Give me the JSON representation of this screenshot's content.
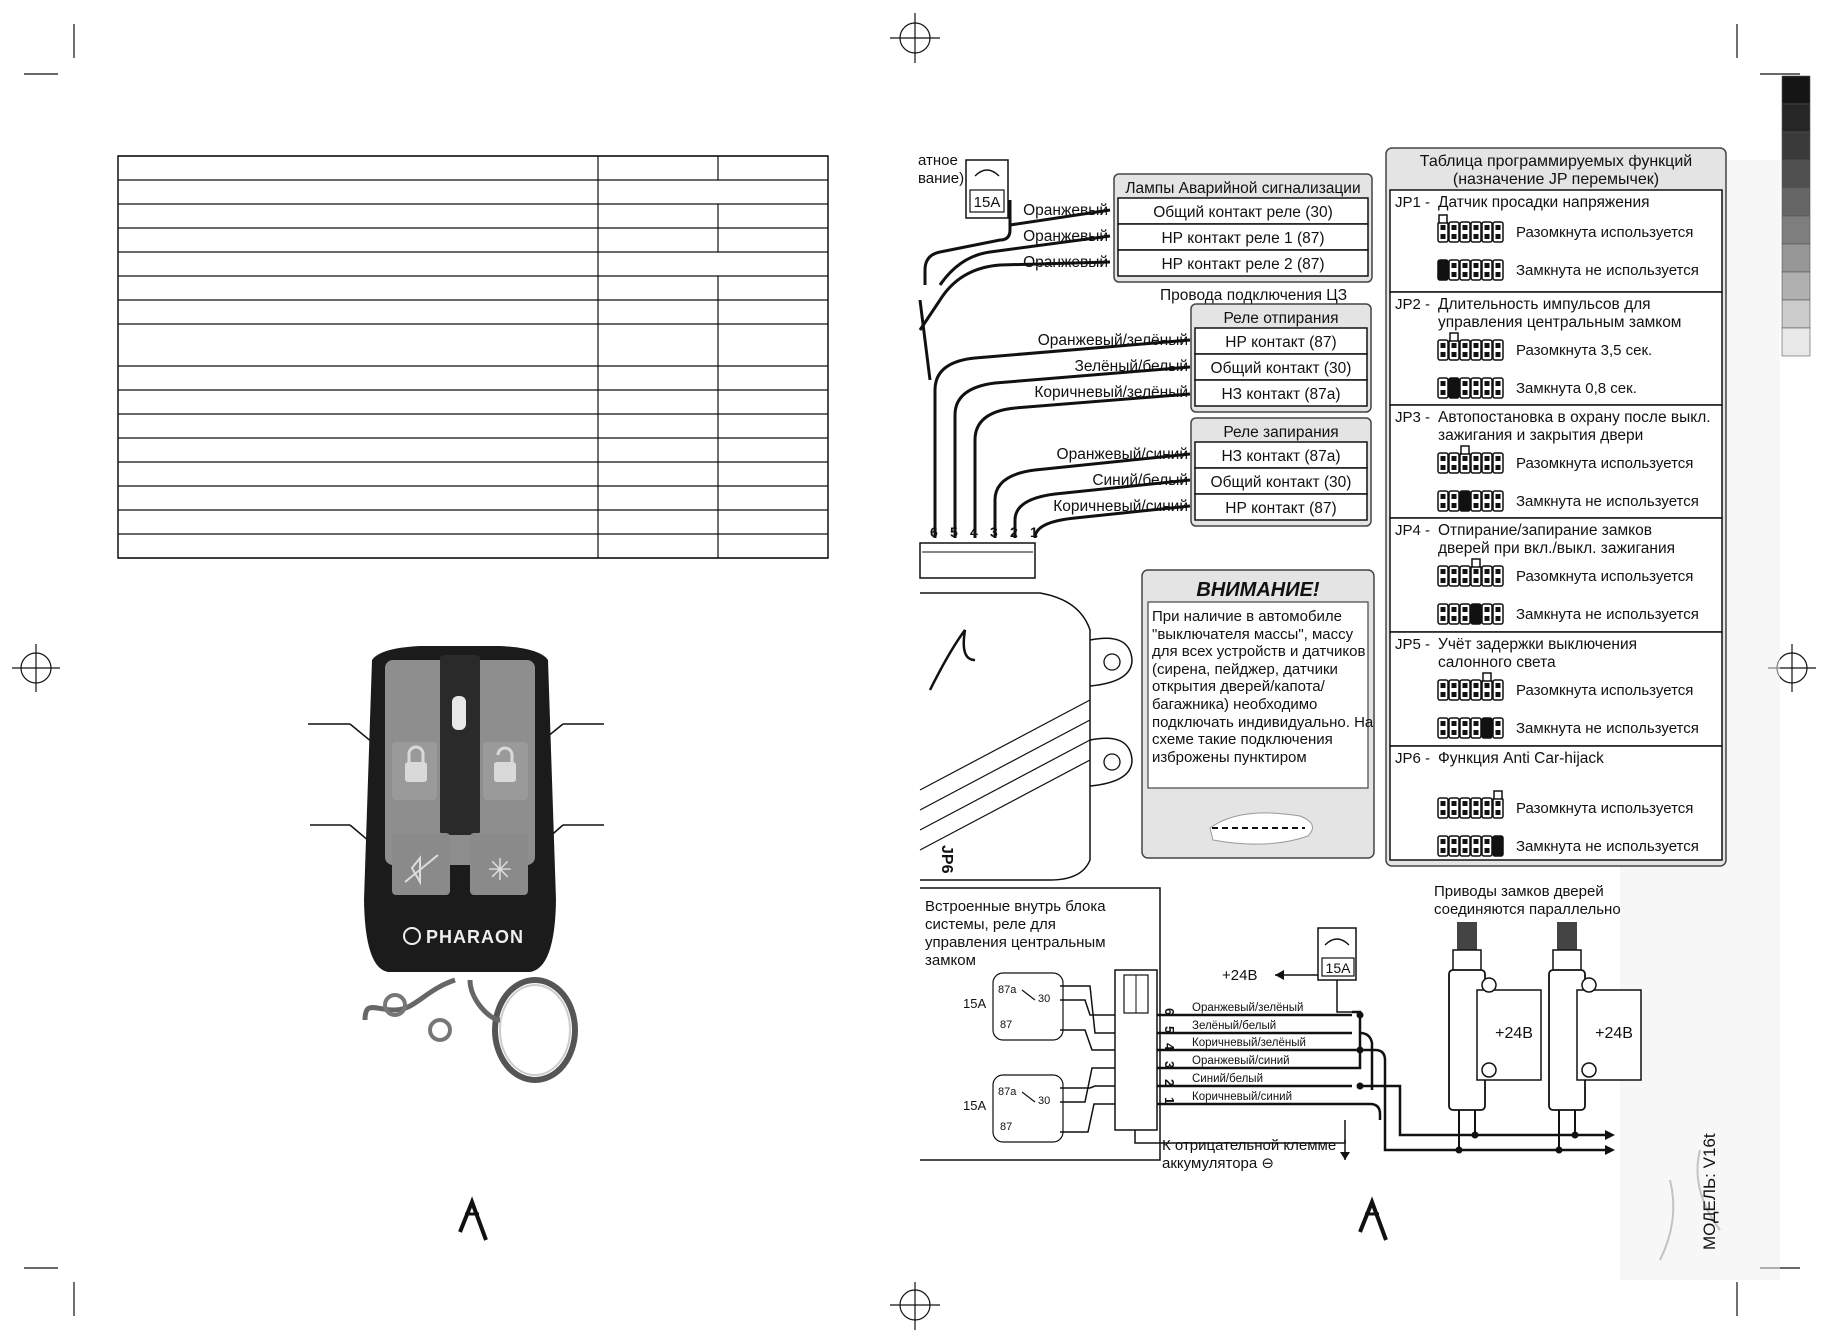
{
  "fuse_top": {
    "rating": "15A",
    "label_partial": "атное\nвание)"
  },
  "hazard_lamps": {
    "title": "Лампы Аварийной сигнализации",
    "rows": [
      "Общий контакт реле (30)",
      "НР контакт реле 1 (87)",
      "НР контакт реле 2 (87)"
    ],
    "wires": [
      "Оранжевый",
      "Оранжевый",
      "Оранжевый"
    ]
  },
  "central_lock": {
    "caption": "Провода подключения ЦЗ",
    "unlock_relay": {
      "title": "Реле отпирания",
      "rows": [
        "НР контакт (87)",
        "Общий контакт (30)",
        "НЗ контакт (87а)"
      ],
      "wires": [
        "Оранжевый/зелёный",
        "Зелёный/белый",
        "Коричневый/зелёный"
      ]
    },
    "lock_relay": {
      "title": "Реле запирания",
      "rows": [
        "НЗ контакт (87а)",
        "Общий контакт (30)",
        "НР контакт (87)"
      ],
      "wires": [
        "Оранжевый/синий",
        "Синий/белый",
        "Коричневый/синий"
      ]
    },
    "pins": [
      "6",
      "5",
      "4",
      "3",
      "2",
      "1"
    ]
  },
  "warning": {
    "title": "ВНИМАНИЕ!",
    "text": "При наличие в автомобиле \"выключателя массы\", массу для всех устройств и датчиков (сирена, пейджер, датчики открытия дверей/капота/багажника) необходимо подключать индивидуально. На схеме такие подключения изброжены пунктиром"
  },
  "jp_table": {
    "title_line1": "Таблица программируемых функций",
    "title_line2": "(назначение JP перемычек)",
    "items": [
      {
        "code": "JP1 -",
        "line1": "Датчик просадки напряжения",
        "line2": "",
        "open": "Разомкнута используется",
        "closed": "Замкнута не используется",
        "pin": 0
      },
      {
        "code": "JP2 -",
        "line1": "Длительность импульсов для",
        "line2": "управления центральным замком",
        "open": "Разомкнута 3,5 сек.",
        "closed": "Замкнута 0,8 сек.",
        "pin": 1
      },
      {
        "code": "JP3 -",
        "line1": "Автопостановка в охрану после выкл.",
        "line2": "зажигания и закрытия двери",
        "open": "Разомкнута используется",
        "closed": "Замкнута не используется",
        "pin": 2
      },
      {
        "code": "JP4 -",
        "line1": "Отпирание/запирание замков",
        "line2": "дверей при вкл./выкл. зажигания",
        "open": "Разомкнута используется",
        "closed": "Замкнута не используется",
        "pin": 3
      },
      {
        "code": "JP5 -",
        "line1": "Учёт задержки выключения",
        "line2": "салонного света",
        "open": "Разомкнута используется",
        "closed": "Замкнута не используется",
        "pin": 4
      },
      {
        "code": "JP6 -",
        "line1": "Функция Anti Car-hijack",
        "line2": "",
        "open": "Разомкнута используется",
        "closed": "Замкнута не используется",
        "pin": 5
      }
    ]
  },
  "bottom": {
    "relays_caption": [
      "Встроенные внутрь блока",
      "системы, реле для",
      "управления центральным",
      "замком"
    ],
    "relay_labels": {
      "nc": "87а",
      "common": "30",
      "no": "87",
      "rating": "15А"
    },
    "plus24": "+24В",
    "fuse": "15А",
    "wires": [
      "Оранжевый/зелёный",
      "Зелёный/белый",
      "Коричневый/зелёный",
      "Оранжевый/синий",
      "Синий/белый",
      "Коричневый/синий"
    ],
    "pins": [
      "6",
      "5",
      "4",
      "3",
      "2",
      "1"
    ],
    "actuators_caption": [
      "Приводы замков дверей",
      "соединяются параллельно"
    ],
    "actuator_voltage": "+24В",
    "ground": [
      "К отрицательной клемме",
      "аккумулятора ⊖"
    ]
  },
  "side": {
    "model": "МОДЕЛЬ: V16t",
    "jp6": "JP6"
  },
  "keyfob": {
    "brand": "PHARAON"
  },
  "grayscale": [
    "#151515",
    "#262626",
    "#3a3a3a",
    "#505050",
    "#666666",
    "#7e7e7e",
    "#979797",
    "#b0b0b0",
    "#cbcbcb",
    "#e8e8e8"
  ]
}
